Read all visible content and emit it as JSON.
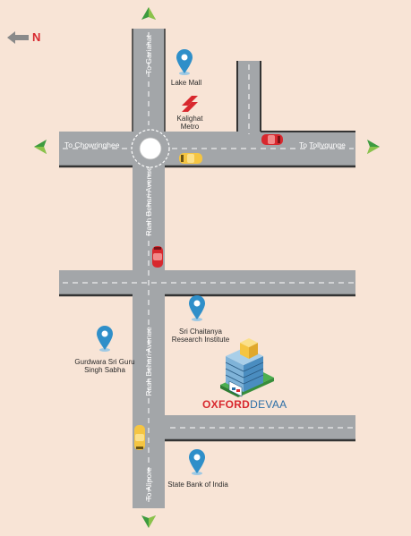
{
  "compass": {
    "label": "N",
    "color": "#d8282e"
  },
  "roads": {
    "to_gariahat": "To Gariahat",
    "to_chowringhee": "To Chowringhee",
    "to_tollygunge": "To Tollygunge",
    "rash_behari_avenue_upper": "Rash Behari Avenue",
    "rash_behari_avenue_lower": "Rash Behari Avenue",
    "to_alipore": "To Alipore"
  },
  "landmarks": {
    "lake_mall": "Lake Mall",
    "kalighat_metro_line1": "Kalighat",
    "kalighat_metro_line2": "Metro",
    "sri_chaitanya_line1": "Sri Chaitanya",
    "sri_chaitanya_line2": "Research Institute",
    "gurdwara_line1": "Gurdwara Sri Guru",
    "gurdwara_line2": "Singh Sabha",
    "sbi": "State Bank of India"
  },
  "project": {
    "name_part1": "OXFORD",
    "name_part2": "DEVAA"
  },
  "colors": {
    "background": "#f8e4d6",
    "road": "#a3a6a9",
    "road_edge": "#333333",
    "pin": "#2f8fc9",
    "arrow": "#4caf50",
    "brand_red": "#d8282e",
    "brand_blue": "#2b6ea6"
  }
}
